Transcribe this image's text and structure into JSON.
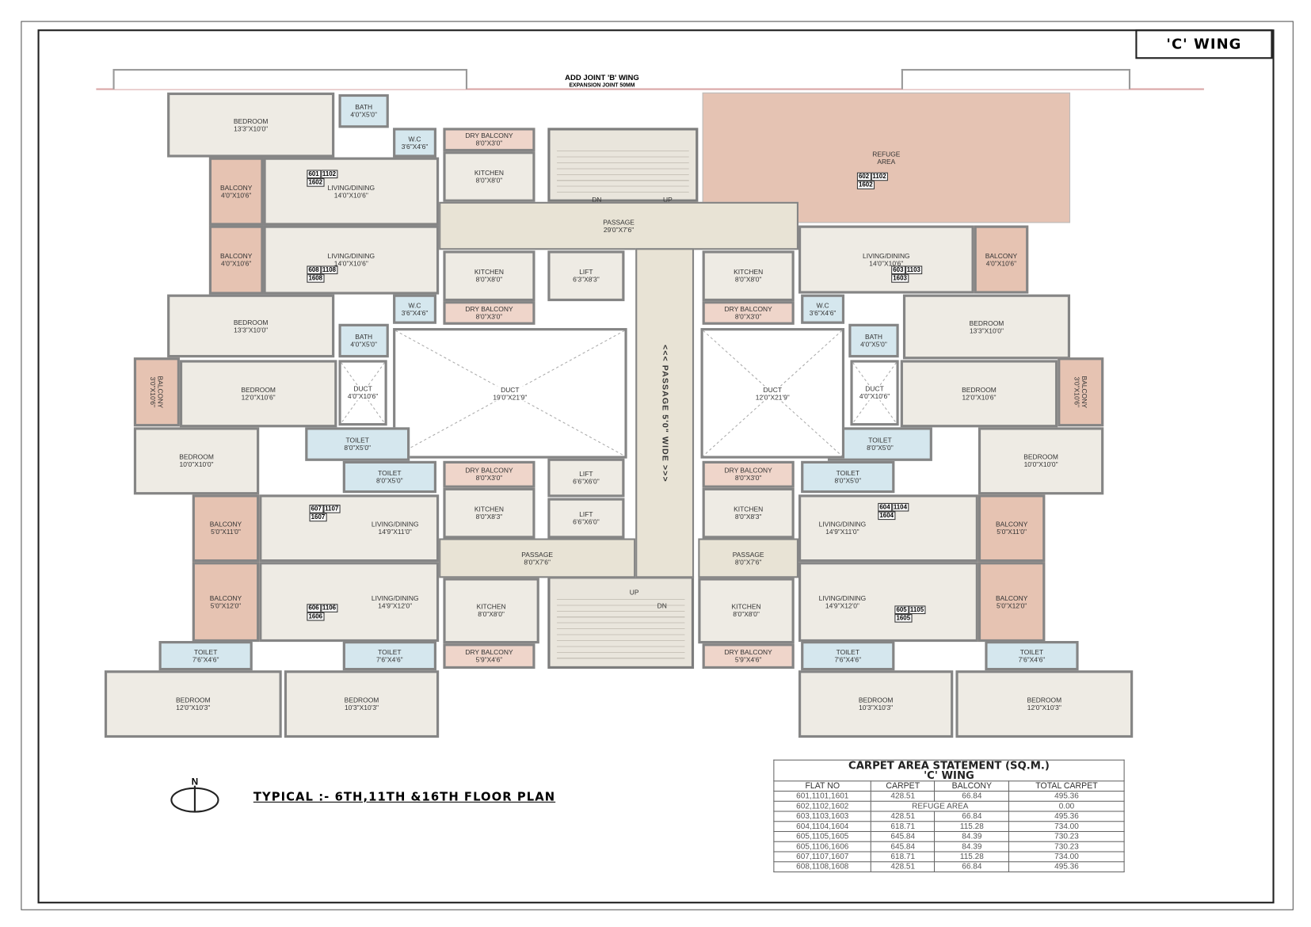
{
  "header": {
    "wing_label": "'C' WING"
  },
  "joint": {
    "title": "ADD JOINT 'B' WING",
    "subtitle": "EXPANSION JOINT 50MM"
  },
  "rooms": {
    "l_bed1": [
      "BEDROOM",
      "13'3\"X10'0\""
    ],
    "l_bath1": [
      "BATH",
      "4'0\"X5'0\""
    ],
    "l_wc1": [
      "W.C",
      "3'6\"X4'6\""
    ],
    "l_dry1": [
      "DRY BALCONY",
      "8'0\"X3'0\""
    ],
    "l_kit1": [
      "KITCHEN",
      "8'0\"X8'0\""
    ],
    "l_liv1": [
      "LIVING/DINING",
      "14'0\"X10'6\""
    ],
    "l_bal1": [
      "BALCONY",
      "4'0\"X10'6\""
    ],
    "l_liv8": [
      "LIVING/DINING",
      "14'0\"X10'6\""
    ],
    "l_bal8": [
      "BALCONY",
      "4'0\"X10'6\""
    ],
    "l_kit8": [
      "KITCHEN",
      "8'0\"X8'0\""
    ],
    "l_dry8": [
      "DRY BALCONY",
      "8'0\"X3'0\""
    ],
    "l_wc8": [
      "W.C",
      "3'6\"X4'6\""
    ],
    "l_bed8": [
      "BEDROOM",
      "13'3\"X10'0\""
    ],
    "l_bath8": [
      "BATH",
      "4'0\"X5'0\""
    ],
    "l_ducts": [
      "DUCT",
      "4'0\"X10'6\""
    ],
    "l_duct": [
      "DUCT",
      "19'0\"X21'9\""
    ],
    "l_balv": [
      "BALCONY",
      "3'0\"X10'6\""
    ],
    "l_bed7a": [
      "BEDROOM",
      "12'0\"X10'6\""
    ],
    "l_toi7a": [
      "TOILET",
      "8'0\"X5'0\""
    ],
    "l_bed7b": [
      "BEDROOM",
      "10'0\"X10'0\""
    ],
    "l_toi7b": [
      "TOILET",
      "8'0\"X5'0\""
    ],
    "l_dry7": [
      "DRY BALCONY",
      "8'0\"X3'0\""
    ],
    "l_kit7": [
      "KITCHEN",
      "8'0\"X8'3\""
    ],
    "l_liv7": [
      "LIVING/DINING",
      "14'9\"X11'0\""
    ],
    "l_bal7": [
      "BALCONY",
      "5'0\"X11'0\""
    ],
    "l_pass": [
      "PASSAGE",
      "8'0\"X7'6\""
    ],
    "l_liv6": [
      "LIVING/DINING",
      "14'9\"X12'0\""
    ],
    "l_bal6": [
      "BALCONY",
      "5'0\"X12'0\""
    ],
    "l_kit6": [
      "KITCHEN",
      "8'0\"X8'0\""
    ],
    "l_dry6": [
      "DRY BALCONY",
      "5'9\"X4'6\""
    ],
    "l_toi6a": [
      "TOILET",
      "7'6\"X4'6\""
    ],
    "l_toi6b": [
      "TOILET",
      "7'6\"X4'6\""
    ],
    "l_bed6a": [
      "BEDROOM",
      "12'0\"X10'3\""
    ],
    "l_bed6b": [
      "BEDROOM",
      "10'3\"X10'3\""
    ],
    "r_bed1": [
      "BEDROOM",
      "13'3\"X10'0\""
    ],
    "r_bath1": [
      "BATH",
      "4'0\"X5'0\""
    ],
    "r_wc1": [
      "W.C",
      "3'6\"X4'6\""
    ],
    "r_dry1": [
      "DRY BALCONY",
      "8'0\"X3'0\""
    ],
    "r_kit1": [
      "KITCHEN",
      "8'0\"X8'0\""
    ],
    "r_liv1": [
      "LIVING/DINING",
      "14'0\"X10'6\""
    ],
    "r_bal1": [
      "BALCONY",
      "4'0\"X10'6\""
    ],
    "r_ducts": [
      "DUCT",
      "4'0\"X10'6\""
    ],
    "r_duct": [
      "DUCT",
      "12'0\"X21'9\""
    ],
    "r_balv": [
      "BALCONY",
      "3'0\"X10'6\""
    ],
    "r_bed7a": [
      "BEDROOM",
      "12'0\"X10'6\""
    ],
    "r_toi7a": [
      "TOILET",
      "8'0\"X5'0\""
    ],
    "r_bed7b": [
      "BEDROOM",
      "10'0\"X10'0\""
    ],
    "r_toi7b": [
      "TOILET",
      "8'0\"X5'0\""
    ],
    "r_dry7": [
      "DRY BALCONY",
      "8'0\"X3'0\""
    ],
    "r_kit7": [
      "KITCHEN",
      "8'0\"X8'3\""
    ],
    "r_liv7": [
      "LIVING/DINING",
      "14'9\"X11'0\""
    ],
    "r_bal7": [
      "BALCONY",
      "5'0\"X11'0\""
    ],
    "r_pass": [
      "PASSAGE",
      "8'0\"X7'6\""
    ],
    "r_liv6": [
      "LIVING/DINING",
      "14'9\"X12'0\""
    ],
    "r_bal6": [
      "BALCONY",
      "5'0\"X12'0\""
    ],
    "r_kit6": [
      "KITCHEN",
      "8'0\"X8'0\""
    ],
    "r_dry6": [
      "DRY BALCONY",
      "5'9\"X4'6\""
    ],
    "r_toi6a": [
      "TOILET",
      "7'6\"X4'6\""
    ],
    "r_toi6b": [
      "TOILET",
      "7'6\"X4'6\""
    ],
    "r_bed6a": [
      "BEDROOM",
      "12'0\"X10'3\""
    ],
    "r_bed6b": [
      "BEDROOM",
      "10'3\"X10'3\""
    ],
    "c_refuge": [
      "REFUGE",
      "AREA"
    ],
    "c_passage": [
      "PASSAGE",
      "29'0\"X7'6\""
    ],
    "c_corridor": [
      "<<< PASSAGE 5'0\" WIDE >>>",
      ""
    ],
    "c_lift1": [
      "LIFT",
      "6'3\"X8'3\""
    ],
    "c_lift2": [
      "LIFT",
      "6'6\"X6'0\""
    ],
    "c_lift3": [
      "LIFT",
      "6'6\"X6'0\""
    ]
  },
  "flat_tags": {
    "t1": [
      "601",
      "1102",
      "1602"
    ],
    "t8": [
      "608",
      "1108",
      "1608"
    ],
    "t7": [
      "607",
      "1107",
      "1607"
    ],
    "t6": [
      "606",
      "1106",
      "1606"
    ],
    "t3": [
      "603",
      "1103",
      "1603"
    ],
    "t4": [
      "604",
      "1104",
      "1604"
    ],
    "t5": [
      "605",
      "1105",
      "1605"
    ],
    "t2": [
      "602",
      "1102",
      "1602"
    ]
  },
  "stairs": {
    "dn": "DN",
    "up": "UP"
  },
  "compass": {
    "north": "N"
  },
  "plan_title": "TYPICAL :- 6TH,11TH &16TH FLOOR PLAN",
  "area_table": {
    "title": "CARPET AREA STATEMENT (SQ.M.)",
    "subtitle": "'C' WING",
    "headers": [
      "FLAT NO",
      "CARPET",
      "BALCONY",
      "TOTAL CARPET"
    ],
    "rows": [
      [
        "601,1101,1601",
        "428.51",
        "66.84",
        "495.36"
      ],
      [
        "602,1102,1602",
        "REFUGE AREA",
        "",
        "0.00"
      ],
      [
        "603,1103,1603",
        "428.51",
        "66.84",
        "495.36"
      ],
      [
        "604,1104,1604",
        "618.71",
        "115.28",
        "734.00"
      ],
      [
        "605,1105,1605",
        "645.84",
        "84.39",
        "730.23"
      ],
      [
        "605,1106,1606",
        "645.84",
        "84.39",
        "730.23"
      ],
      [
        "607,1107,1607",
        "618.71",
        "115.28",
        "734.00"
      ],
      [
        "608,1108,1608",
        "428.51",
        "66.84",
        "495.36"
      ]
    ]
  },
  "colors": {
    "balcony": "#e6c3b2",
    "wet_area": "#d5e7ee",
    "floor": "#eeebe4",
    "wall": "#858585"
  }
}
